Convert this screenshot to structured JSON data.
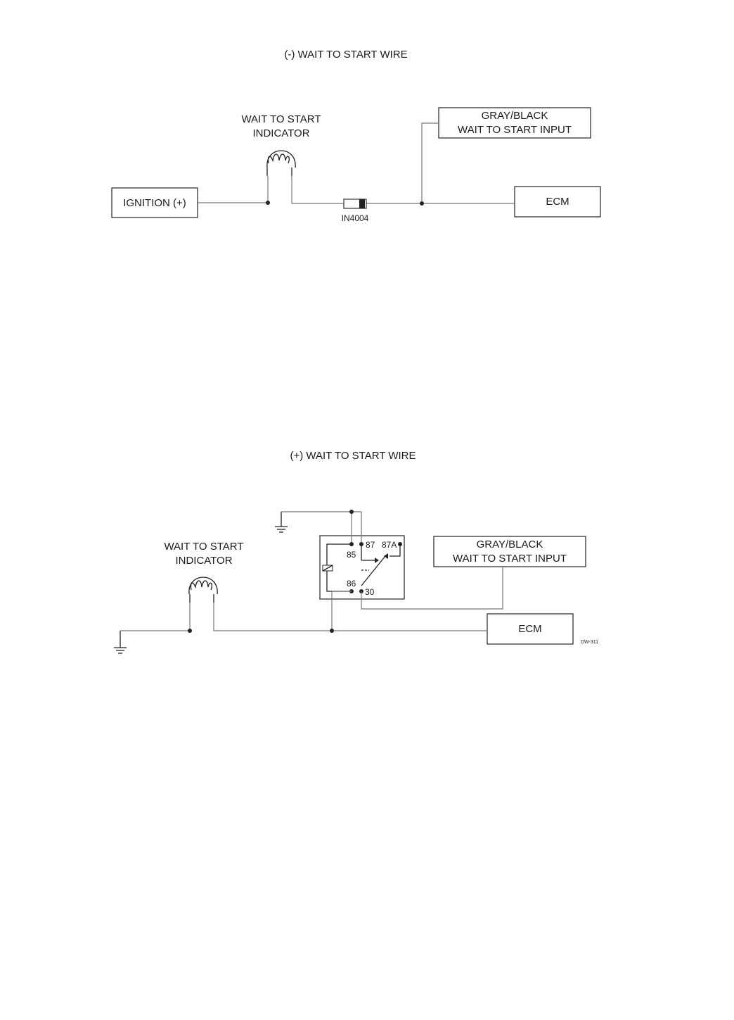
{
  "diagram_a": {
    "title": "(-) WAIT TO START WIRE",
    "indicator_line1": "WAIT TO START",
    "indicator_line2": "INDICATOR",
    "ignition_label": "IGNITION (+)",
    "input_line1": "GRAY/BLACK",
    "input_line2": "WAIT TO START INPUT",
    "ecm_label": "ECM",
    "diode_label": "IN4004"
  },
  "diagram_b": {
    "title": "(+) WAIT TO START WIRE",
    "indicator_line1": "WAIT TO START",
    "indicator_line2": "INDICATOR",
    "input_line1": "GRAY/BLACK",
    "input_line2": "WAIT TO START INPUT",
    "ecm_label": "ECM",
    "relay_pins": {
      "p85": "85",
      "p87": "87",
      "p87a": "87A",
      "p86": "86",
      "p30": "30"
    },
    "figure_code": "DW-311"
  }
}
